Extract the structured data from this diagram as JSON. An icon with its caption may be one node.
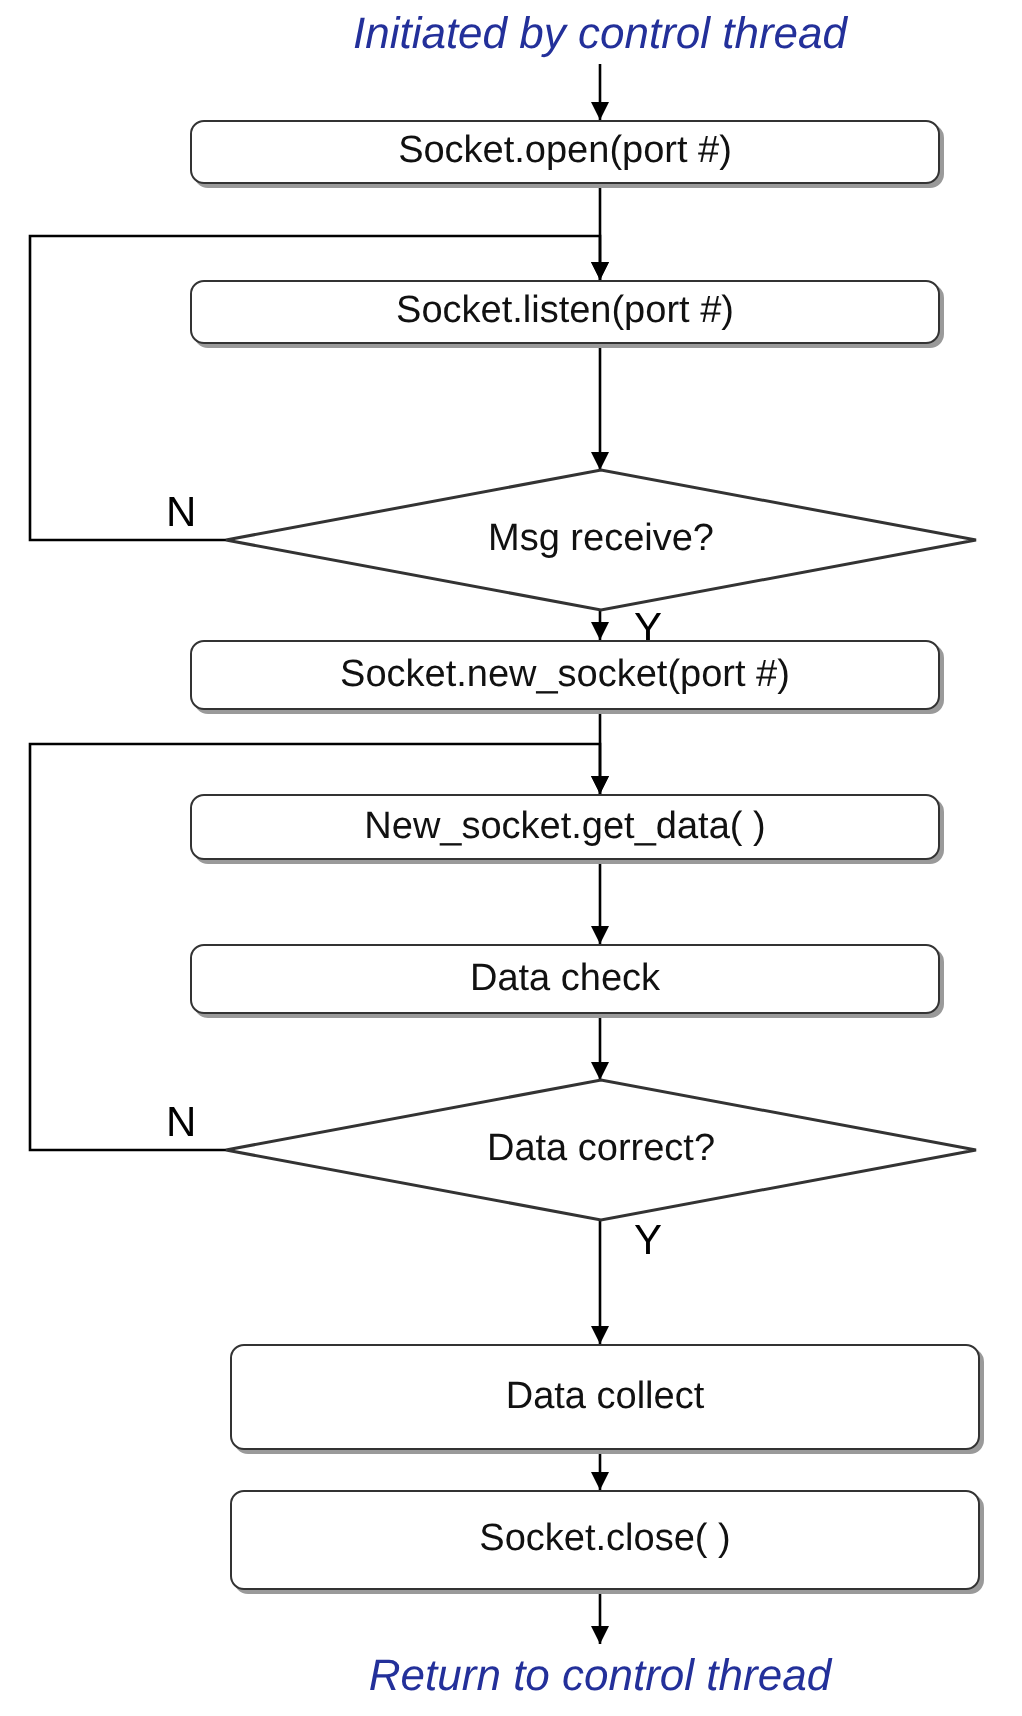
{
  "diagram": {
    "nodes": [
      {
        "text": [
          "Initiated by control thread"
        ]
      },
      {
        "text": [
          "Socket.open(port #)"
        ]
      },
      {
        "text": [
          "Socket.listen(port #)"
        ]
      },
      {
        "text": [
          "Msg receive?"
        ]
      },
      {
        "text": [
          "Socket.new_socket(port #)"
        ]
      },
      {
        "text": [
          "New_socket.get_data( )"
        ]
      },
      {
        "text": [
          "Data check"
        ]
      },
      {
        "text": [
          "Data correct?"
        ]
      },
      {
        "text": [
          "Data collect"
        ]
      },
      {
        "text": [
          "Socket.close( )"
        ]
      },
      {
        "text": [
          "Return to control thread"
        ]
      }
    ],
    "edges": [
      {
        "from": 0,
        "to": 1,
        "arrow": "to"
      },
      {
        "from": 1,
        "to": 2,
        "arrow": "to"
      },
      {
        "from": 2,
        "to": 3,
        "arrow": "to"
      },
      {
        "from": 3,
        "to": 4,
        "arrow": "to",
        "label": "Y"
      },
      {
        "from": 3,
        "to": 2,
        "arrow": "to",
        "label": "N"
      },
      {
        "from": 4,
        "to": 5,
        "arrow": "to"
      },
      {
        "from": 5,
        "to": 6,
        "arrow": "to"
      },
      {
        "from": 6,
        "to": 7,
        "arrow": "to"
      },
      {
        "from": 7,
        "to": 8,
        "arrow": "to",
        "label": "Y"
      },
      {
        "from": 7,
        "to": 5,
        "arrow": "to",
        "label": "N"
      },
      {
        "from": 8,
        "to": 9,
        "arrow": "to"
      },
      {
        "from": 9,
        "to": 10,
        "arrow": "to"
      }
    ]
  }
}
